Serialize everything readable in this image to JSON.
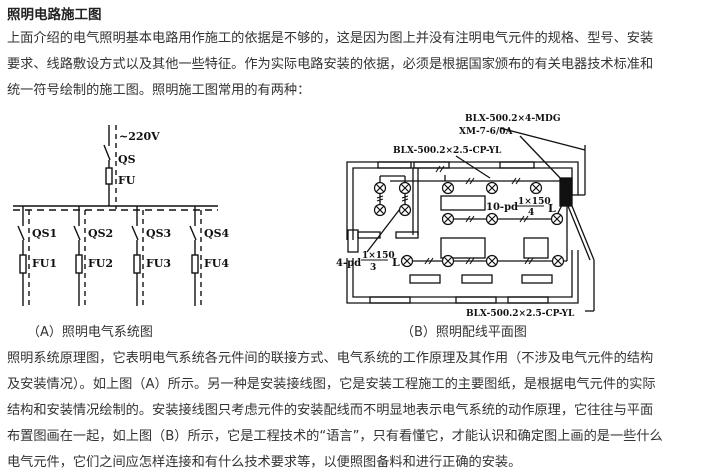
{
  "article": {
    "title": "照明电路施工图",
    "intro_lines": [
      "上面介绍的电气照明基本电路用作施工的依据是不够的，这是因为图上并没有注明电气元件的规格、型号、安装",
      "要求、线路敷设方式以及其他一些特征。作为实际电路安装的依据，必须是根据国家颁布的有关电器技术标准和",
      "统一符号绘制的施工图。照明施工图常用的有两种："
    ],
    "body_lines": [
      "照明系统原理图，它表明电气系统各元件间的联接方式、电气系统的工作原理及其作用（不涉及电气元件的结构",
      "及安装情况）。如上图（A）所示。另一种是安装接线图，它是安装工程施工的主要图纸，是根据电气元件的实际",
      "结构和安装情况绘制的。安装接线图只考虑元件的安装配线而不明显地表示电气系统的动作原理，它往往与平面",
      "布置图画在一起，如上图（B）所示，它是工程技术的“语言”，只有看懂它，才能认识和确定图上画的是一些什么",
      "电气元件，它们之间应怎样连接和有什么技术要求等，以便照图备料和进行正确的安装。"
    ]
  },
  "figure_a": {
    "caption": "（A）照明电气系统图",
    "supply_label": "~220V",
    "main_switch": "QS",
    "main_fuse": "FU",
    "branches": [
      {
        "switch": "QS1",
        "fuse": "FU1"
      },
      {
        "switch": "QS2",
        "fuse": "FU2"
      },
      {
        "switch": "QS3",
        "fuse": "FU3"
      },
      {
        "switch": "QS4",
        "fuse": "FU4"
      }
    ]
  },
  "figure_b": {
    "caption": "（B）照明配线平面图",
    "labels": {
      "incoming": "BLX-500.2×4-MDG",
      "panel": "XM-7-6/0A",
      "wire_top": "BLX-500.2×2.5-CP-YL",
      "wire_bottom": "BLX-500.2×2.5-CP-YL",
      "group_right_prefix": "10-pd",
      "group_right_num": "1×150",
      "group_right_den": "4",
      "group_right_suffix": "L",
      "group_left_prefix": "4-pd",
      "group_left_num": "1×150",
      "group_left_den": "3",
      "group_left_suffix": "L"
    }
  }
}
